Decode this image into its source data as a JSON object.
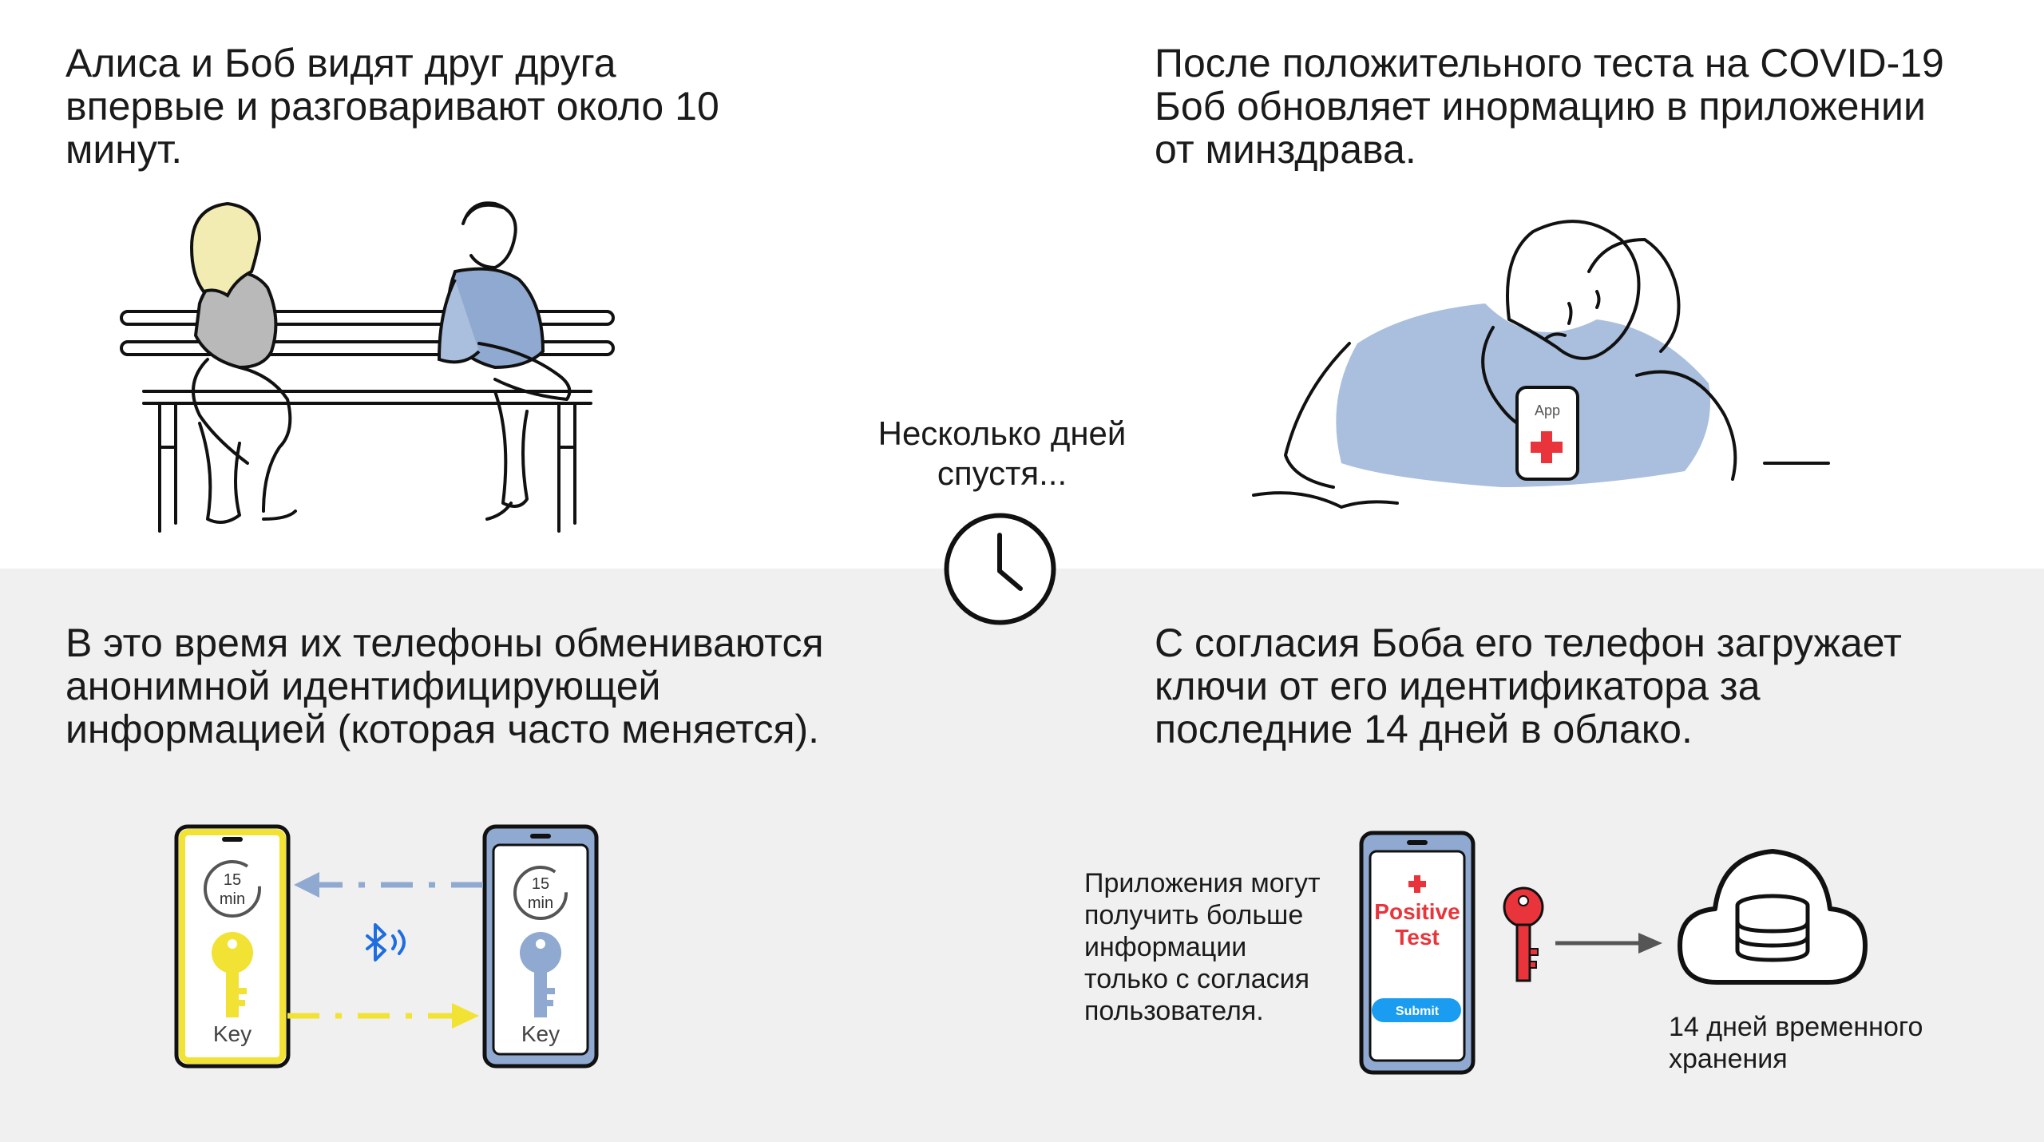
{
  "panels": {
    "top_left": {
      "lines": [
        "Алиса и Боб видят друг друга",
        "впервые и разговаривают около 10",
        "минут."
      ]
    },
    "top_right": {
      "lines": [
        "После положительного теста на COVID-19",
        "Боб обновляет инормацию в приложении",
        "от минздрава."
      ],
      "phone_app_label": "App"
    },
    "center": {
      "lines": [
        "Несколько дней",
        "спустя..."
      ]
    },
    "bottom_left": {
      "lines": [
        "В это время их телефоны обмениваются",
        "анонимной идентифицирующей",
        "информацией (которая часто меняется)."
      ],
      "phone_a": {
        "timer_value": "15",
        "timer_unit": "min",
        "key_label": "Key"
      },
      "phone_b": {
        "timer_value": "15",
        "timer_unit": "min",
        "key_label": "Key"
      }
    },
    "bottom_right": {
      "lines": [
        "С согласия Боба его телефон загружает",
        "ключи от его идентификатора за",
        "последние 14 дней в облако."
      ],
      "consent_note": [
        "Приложения могут",
        "получить больше",
        "информации",
        "только с согласия",
        "пользователя."
      ],
      "phone": {
        "positive_line1": "Positive",
        "positive_line2": "Test",
        "submit_label": "Submit"
      },
      "storage_note": [
        "14 дней временного",
        "хранения"
      ]
    }
  },
  "colors": {
    "yellow_phone": "#f2e233",
    "blue_phone": "#8fa9d0",
    "alert_red": "#e8343a",
    "bluetooth_blue": "#1e6ee0",
    "submit_blue": "#1a9cf0",
    "shade_blue": "#a9bfdd",
    "hair_blonde": "#f3ecb2",
    "coat_gray": "#b9b9b9"
  },
  "icons": [
    "bench-illustration",
    "sad-person-illustration",
    "clock-icon",
    "bluetooth-icon",
    "key-icon",
    "cloud-database-icon",
    "arrow-icon",
    "cross-icon"
  ]
}
